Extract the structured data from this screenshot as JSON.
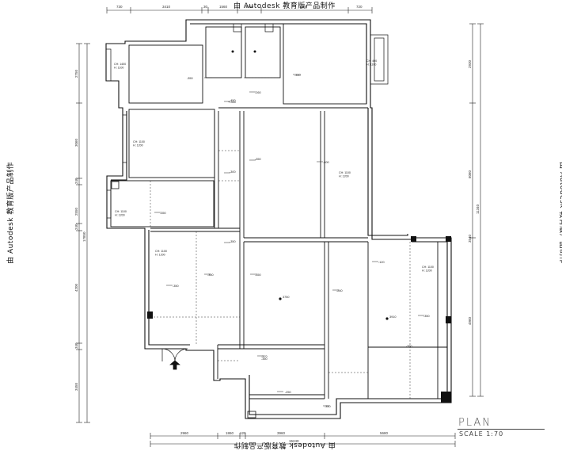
{
  "watermark": "由 Autodesk 教育版产品制作",
  "plan": {
    "title": "PLAN",
    "scale": "SCALE  1:70"
  },
  "dims": {
    "top": [
      "730",
      "3410",
      "30",
      "1560",
      "1350",
      "1290",
      "720"
    ],
    "bottom": [
      "2960",
      "1860",
      "120",
      "3960",
      "5680"
    ],
    "bottom_total": "15240",
    "left": [
      "2750",
      "3060",
      "240",
      "2550",
      "240",
      "4200",
      "340",
      "3450"
    ],
    "left_total": "17850",
    "right": [
      "2930",
      "6060",
      "3540",
      "4960"
    ],
    "right_total": "11340"
  },
  "labels": [
    "CH: 1400\nH: 1100",
    "CH: 400\nH: 1100",
    "CH: 1100\nH: 1200",
    "CH: 1100\nH: 1200",
    "CH: 1100\nH: 1200",
    "CH: 1100\nH: 1200",
    "CH: 1100\nH: 1200",
    "CH: 1100\nH: 1200",
    "CH: 1400\nH: 1100"
  ],
  "level_tags": [
    "-350",
    "-350",
    "+-350",
    "-450",
    "-260",
    "-350",
    "-400",
    "-300",
    "-350",
    "-350",
    "-350",
    "-350",
    "-350",
    "-260",
    "-370",
    "-250",
    "-350",
    "-120",
    "-350",
    "-350",
    "-350"
  ],
  "room_marks": [
    "3750",
    "3910"
  ]
}
